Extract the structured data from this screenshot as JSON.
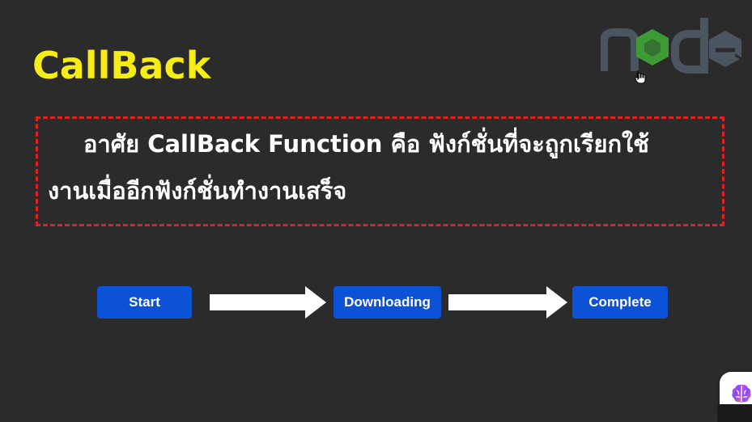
{
  "slide": {
    "title": "CallBack",
    "logo_text": "node",
    "callout": {
      "line1": "อาศัย CallBack Function คือ ฟังก์ชั่นที่จะถูกเรียกใช้",
      "line2": "งานเมื่ออีกฟังก์ชั่นทำงานเสร็จ"
    },
    "flow": {
      "steps": [
        "Start",
        "Downloading",
        "Complete"
      ]
    }
  },
  "icons": {
    "logo": "nodejs-logo",
    "cursor": "mouse-pointer-icon",
    "corner": "brain-assistant-icon"
  },
  "colors": {
    "background": "#2b2b2b",
    "title": "#f6ec16",
    "callout_border": "#e32020",
    "button": "#0c52d6",
    "arrow": "#ffffff",
    "logo_gray": "#4a5560",
    "logo_green": "#3d9a35"
  }
}
